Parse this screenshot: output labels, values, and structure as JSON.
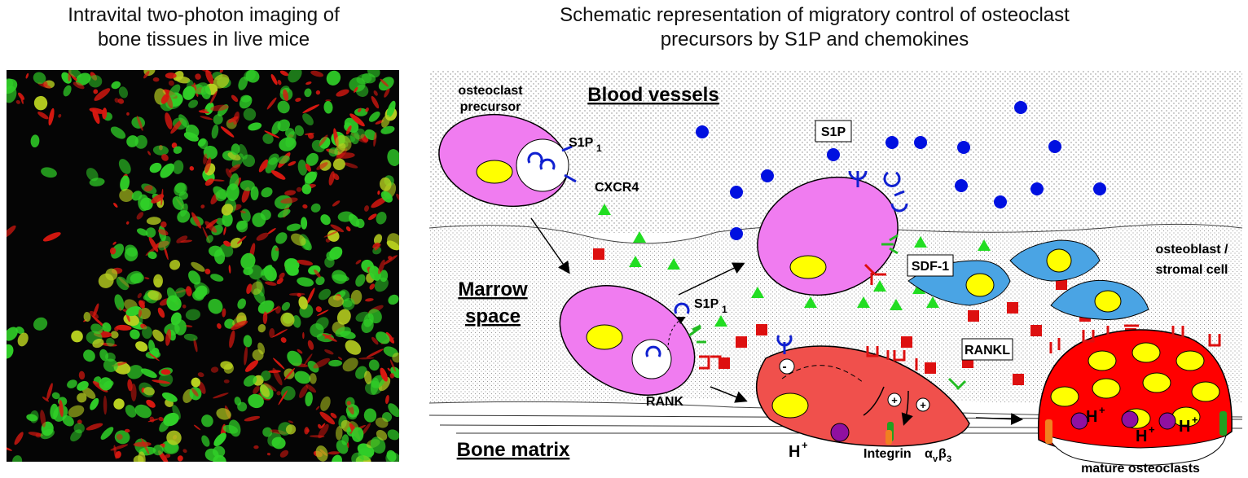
{
  "titles": {
    "left": [
      "Intravital two-photon imaging of",
      "bone tissues in live mice"
    ],
    "right": [
      "Schematic representation of migratory control of osteoclast",
      "precursors by S1P and chemokines"
    ]
  },
  "diagram": {
    "regions": {
      "blood_vessels": "Blood vessels",
      "marrow_space": [
        "Marrow",
        "space"
      ],
      "bone_matrix": "Bone matrix"
    },
    "labels": {
      "osteoclast_precursor": [
        "osteoclast",
        "precursor"
      ],
      "s1p1_top": {
        "main": "S1P",
        "sub": "1"
      },
      "cxcr4": "CXCR4",
      "s1p": "S1P",
      "s1p1_mid": {
        "main": "S1P",
        "sub": "1"
      },
      "sdf1": "SDF-1",
      "osteoblast": [
        "osteoblast /",
        "stromal cell"
      ],
      "rankl": "RANKL",
      "rank": "RANK",
      "h_plus": "H",
      "plus": "+",
      "integrin": {
        "main": "Integrin ",
        "alpha": "α",
        "v": "v",
        "beta": "β",
        "three": "3"
      },
      "mature_osteoclasts": "mature osteoclasts",
      "minus": "-"
    },
    "colors": {
      "precursor_cell": "#f07cf0",
      "nucleus": "#ffff00",
      "osteoclast_intermediate": "#f0504c",
      "mature_osteoclast": "#ff0000",
      "osteoblast": "#4aa4e4",
      "s1p_dot": "#0010e0",
      "sdf1_triangle": "#22dd22",
      "rankl_square": "#dd1010"
    }
  }
}
